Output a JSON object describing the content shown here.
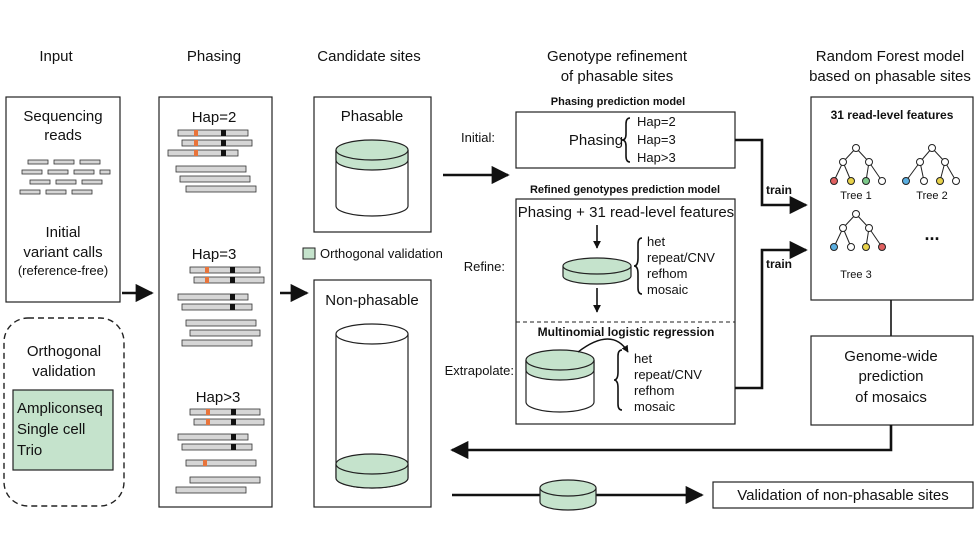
{
  "headers": {
    "input": "Input",
    "phasing": "Phasing",
    "candidate": "Candidate sites",
    "genotype_line1": "Genotype refinement",
    "genotype_line2": "of phasable sites",
    "rf_line1": "Random Forest model",
    "rf_line2": "based on phasable sites"
  },
  "input_box": {
    "line1": "Sequencing",
    "line2": "reads",
    "line3": "Initial",
    "line4": "variant calls",
    "line5": "(reference-free)"
  },
  "ortho_box": {
    "title1": "Orthogonal",
    "title2": "validation",
    "items": [
      "Ampliconseq",
      "Single cell",
      "Trio"
    ]
  },
  "phasing_box": {
    "hap1": "Hap=2",
    "hap2": "Hap=3",
    "hap3": "Hap>3"
  },
  "candidate": {
    "phasable": "Phasable",
    "legend": "Orthogonal validation",
    "nonphasable": "Non-phasable"
  },
  "genotype": {
    "phasing_model_title": "Phasing prediction model",
    "initial_label": "Initial:",
    "phasing_word": "Phasing",
    "hap_options": [
      "Hap=2",
      "Hap=3",
      "Hap>3"
    ],
    "refined_title": "Refined genotypes prediction model",
    "refine_heading": "Phasing + 31 read-level features",
    "refine_label": "Refine:",
    "classes": [
      "het",
      "repeat/CNV",
      "refhom",
      "mosaic"
    ],
    "mlr_title": "Multinomial logistic regression",
    "extrapolate_label": "Extrapolate:"
  },
  "rf": {
    "title": "31 read-level features",
    "tree1": "Tree 1",
    "tree2": "Tree 2",
    "tree3": "Tree 3",
    "ellipsis": "...",
    "train1": "train",
    "train2": "train"
  },
  "genome_box": {
    "line1": "Genome-wide",
    "line2": "prediction",
    "line3": "of mosaics"
  },
  "validation_label": "Validation of non-phasable sites",
  "colors": {
    "green_fill": "#c5e3cc",
    "read_fill": "#d6d6d6",
    "variant_orange": "#e8743b",
    "variant_black": "#111111",
    "node_red": "#e06060",
    "node_blue": "#5aaee0",
    "node_yellow": "#e8d24a",
    "node_green": "#7cc98a"
  }
}
